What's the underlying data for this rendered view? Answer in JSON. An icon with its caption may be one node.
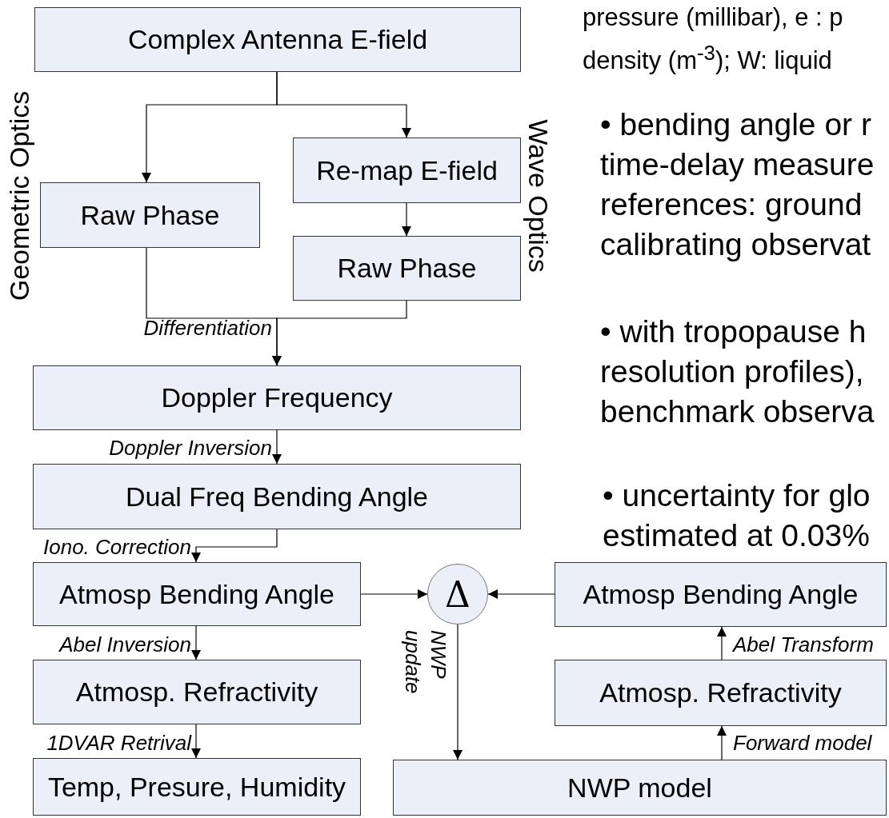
{
  "diagram": {
    "nodes": [
      {
        "text": [
          "Complex Antenna E-field"
        ]
      },
      {
        "text": [
          "Raw Phase"
        ]
      },
      {
        "text": [
          "Re-map E-field"
        ]
      },
      {
        "text": [
          "Raw Phase"
        ]
      },
      {
        "text": [
          "Doppler Frequency"
        ]
      },
      {
        "text": [
          "Dual Freq Bending Angle"
        ]
      },
      {
        "text": [
          "Atmosp Bending Angle"
        ]
      },
      {
        "text": [
          "Δ"
        ]
      },
      {
        "text": [
          "Atmosp Bending Angle"
        ]
      },
      {
        "text": [
          "Atmosp. Refractivity"
        ]
      },
      {
        "text": [
          "Atmosp. Refractivity"
        ]
      },
      {
        "text": [
          "Temp, Presure, Humidity"
        ]
      },
      {
        "text": [
          "NWP model"
        ]
      }
    ],
    "edges": [
      {
        "from": 0,
        "to": 1,
        "arrow": "to"
      },
      {
        "from": 0,
        "to": 2,
        "arrow": "to"
      },
      {
        "from": 2,
        "to": 3,
        "arrow": "to"
      },
      {
        "from": 1,
        "to": 4,
        "arrow": "to",
        "label": "Differentiation"
      },
      {
        "from": 3,
        "to": 4,
        "arrow": "to"
      },
      {
        "from": 4,
        "to": 5,
        "arrow": "to",
        "label": "Doppler Inversion"
      },
      {
        "from": 5,
        "to": 6,
        "arrow": "to",
        "label": "Iono. Correction"
      },
      {
        "from": 6,
        "to": 9,
        "arrow": "to",
        "label": "Abel Inversion"
      },
      {
        "from": 9,
        "to": 11,
        "arrow": "to",
        "label": "1DVAR Retrival"
      },
      {
        "from": 6,
        "to": 7,
        "arrow": "to"
      },
      {
        "from": 8,
        "to": 7,
        "arrow": "to"
      },
      {
        "from": 7,
        "to": 12,
        "arrow": "to",
        "label": "NWP update"
      },
      {
        "from": 12,
        "to": 10,
        "arrow": "to",
        "label": "Forward model"
      },
      {
        "from": 10,
        "to": 8,
        "arrow": "to",
        "label": "Abel Transform"
      }
    ],
    "labels": [
      "Geometric Optics",
      "Wave Optics",
      "pressure (millibar), e : p density (m$^{-3}$); W: liquid",
      "• bending angle or r time-delay measure references: ground calibrating observat",
      "• with tropopause h resolution profiles), benchmark observa",
      "• uncertainty for glo estimated at 0.03%"
    ]
  }
}
